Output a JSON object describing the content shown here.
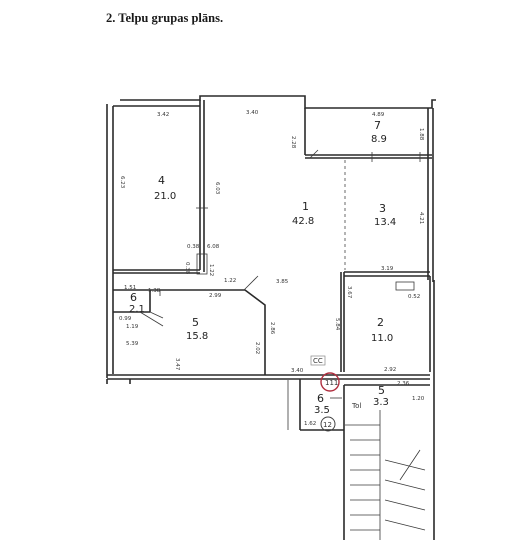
{
  "heading": "2. Telpu grupas plāns.",
  "rooms": [
    {
      "num": "1",
      "area": "42.8"
    },
    {
      "num": "2",
      "area": "11.0"
    },
    {
      "num": "3",
      "area": "13.4"
    },
    {
      "num": "4",
      "area": "21.0"
    },
    {
      "num": "5",
      "area": "15.8"
    },
    {
      "num": "6",
      "area": "2.1"
    },
    {
      "num": "7",
      "area": "8.9"
    },
    {
      "num": "6",
      "area": "3.5"
    },
    {
      "num": "5",
      "area": "3.3"
    }
  ],
  "markers": {
    "circled_1": "111",
    "circled_2": "12",
    "pencil_1": "CC",
    "pencil_2": "Tol"
  },
  "dimensions": [
    "3.42",
    "3.40",
    "4.89",
    "2.28",
    "1.88",
    "6.23",
    "6.03",
    "4.21",
    "0.38",
    "6.08",
    "1.22",
    "3.19",
    "0.38",
    "2.99",
    "1.22",
    "3.85",
    "0.52",
    "1.51",
    "1.38",
    "0.99",
    "1.19",
    "5.39",
    "3.47",
    "2.86",
    "2.02",
    "3.40",
    "5.84",
    "3.67",
    "2.92",
    "2.36",
    "1.62",
    "1.20"
  ]
}
